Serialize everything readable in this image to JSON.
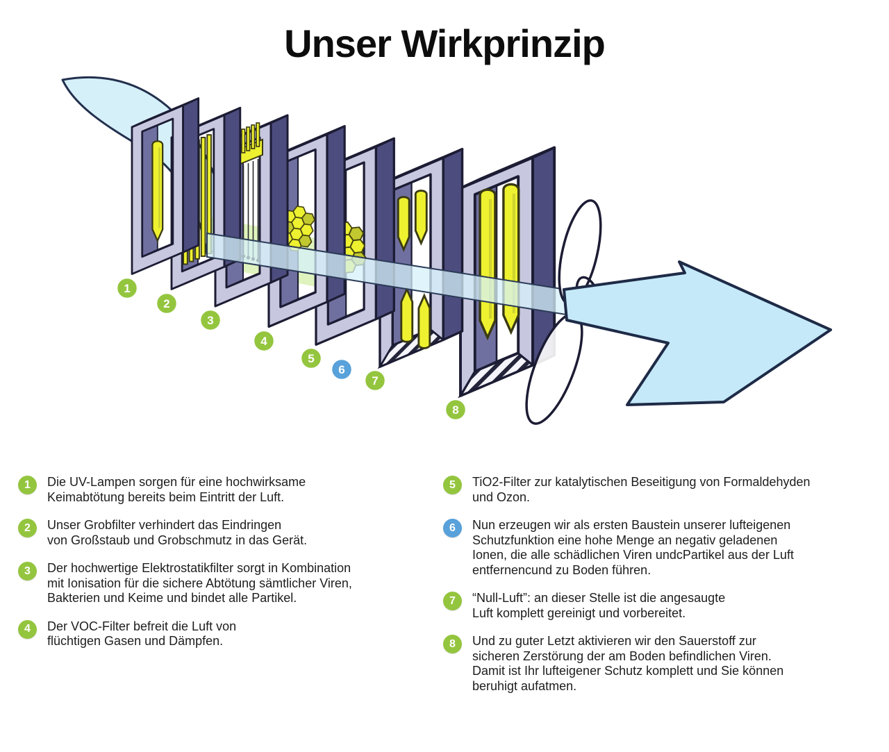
{
  "title": "Unser Wirkprinzip",
  "palette": {
    "green": "#94c53e",
    "blue": "#58a1da",
    "yellow": "#eef12f",
    "lavender": "#c7c7df",
    "purpleDark": "#4c4c7e",
    "sky": "#c5e9f8",
    "ink": "#1c1c34"
  },
  "diagram": {
    "markers": [
      {
        "label": "1",
        "color": "#94c53e"
      },
      {
        "label": "2",
        "color": "#94c53e"
      },
      {
        "label": "3",
        "color": "#94c53e"
      },
      {
        "label": "4",
        "color": "#94c53e"
      },
      {
        "label": "5",
        "color": "#94c53e"
      },
      {
        "label": "6",
        "color": "#58a1da"
      },
      {
        "label": "7",
        "color": "#94c53e"
      },
      {
        "label": "8",
        "color": "#94c53e"
      }
    ]
  },
  "legend": {
    "left": [
      {
        "number": "1",
        "color": "#94c53e",
        "lines": [
          "Die UV-Lampen sorgen für eine hochwirksame",
          "Keimabtötung bereits beim Eintritt der Luft."
        ]
      },
      {
        "number": "2",
        "color": "#94c53e",
        "lines": [
          "Unser Grobfilter verhindert das Eindringen",
          "von Großstaub und Grobschmutz in das Gerät."
        ]
      },
      {
        "number": "3",
        "color": "#94c53e",
        "lines": [
          "Der hochwertige Elektrostatikfilter sorgt in Kombination",
          "mit Ionisation für die sichere Abtötung sämtlicher Viren,",
          "Bakterien und Keime und bindet alle Partikel."
        ]
      },
      {
        "number": "4",
        "color": "#94c53e",
        "lines": [
          "Der VOC-Filter befreit die Luft von",
          "flüchtigen Gasen und Dämpfen."
        ]
      }
    ],
    "right": [
      {
        "number": "5",
        "color": "#94c53e",
        "lines": [
          "TiO2-Filter zur katalytischen Beseitigung von Formaldehyden",
          "und Ozon."
        ]
      },
      {
        "number": "6",
        "color": "#58a1da",
        "lines": [
          "Nun erzeugen wir als ersten Baustein unserer lufteigenen",
          "Schutzfunktion eine hohe Menge an negativ geladenen",
          "Ionen, die alle schädlichen Viren undcPartikel aus der Luft",
          "entfernencund zu Boden führen."
        ]
      },
      {
        "number": "7",
        "color": "#94c53e",
        "lines": [
          "“Null-Luft”: an dieser Stelle ist die angesaugte",
          "Luft komplett gereinigt und vorbereitet."
        ]
      },
      {
        "number": "8",
        "color": "#94c53e",
        "lines": [
          "Und zu guter Letzt aktivieren wir den Sauerstoff zur",
          "sicheren Zerstörung der am Boden befindlichen Viren.",
          "Damit ist Ihr lufteigener Schutz komplett und Sie können",
          "beruhigt aufatmen."
        ]
      }
    ]
  }
}
